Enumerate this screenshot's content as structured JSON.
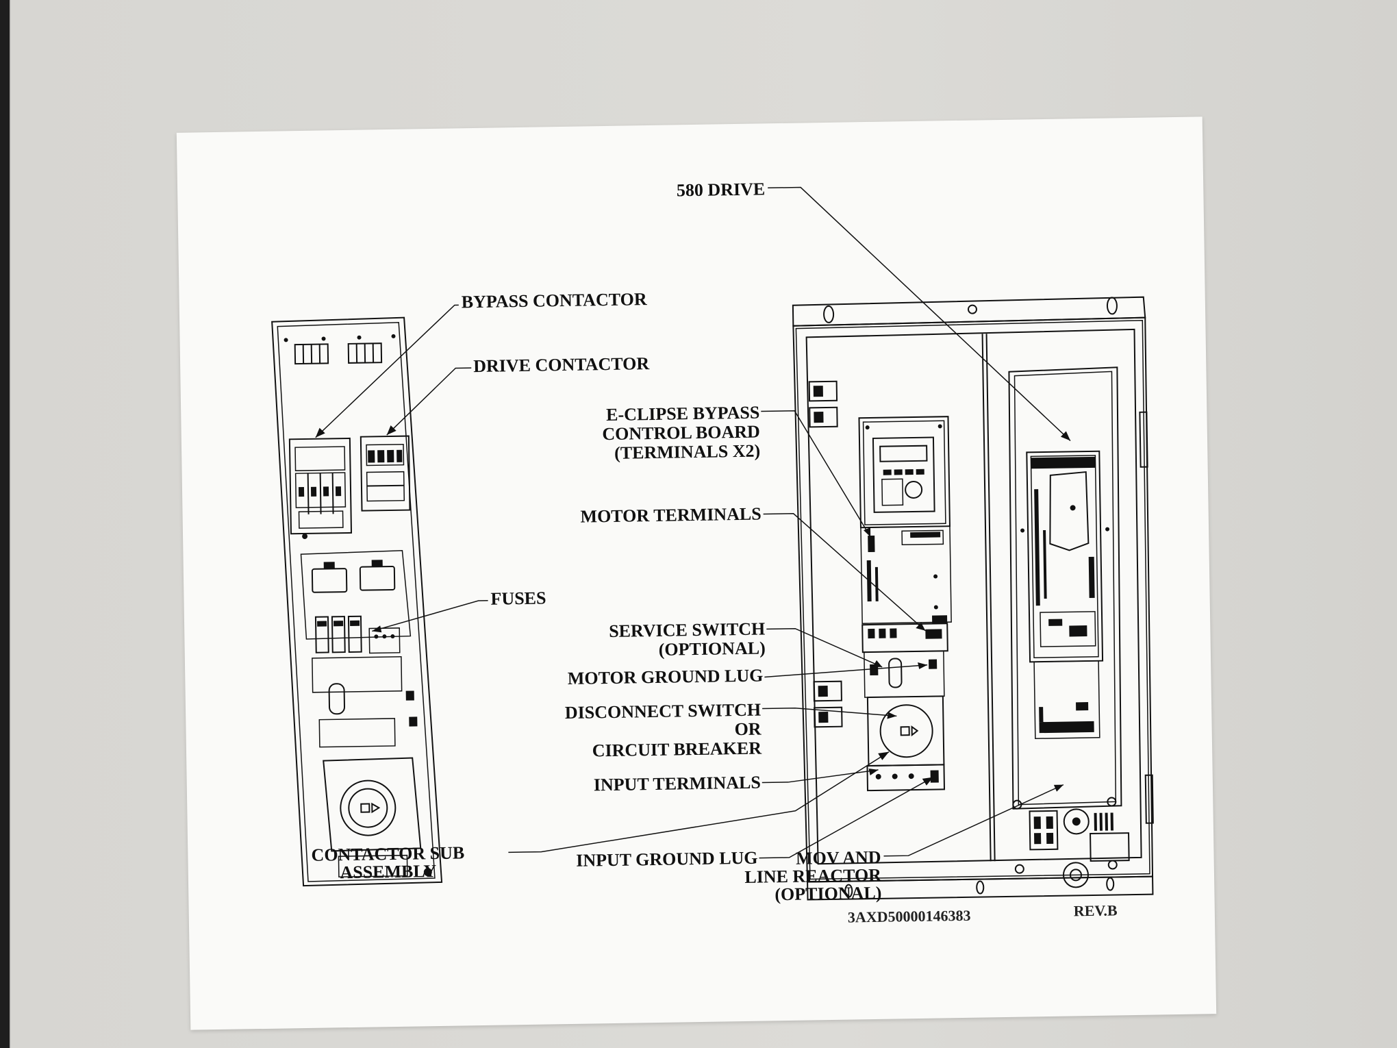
{
  "labels": {
    "drive_580": "580 DRIVE",
    "bypass_contactor": "BYPASS CONTACTOR",
    "drive_contactor": "DRIVE CONTACTOR",
    "eclipse_line1": "E-CLIPSE BYPASS",
    "eclipse_line2": "CONTROL BOARD",
    "eclipse_line3": "(TERMINALS X2)",
    "motor_terminals": "MOTOR TERMINALS",
    "fuses": "FUSES",
    "service_switch_line1": "SERVICE SWITCH",
    "service_switch_line2": "(OPTIONAL)",
    "motor_ground_lug": "MOTOR GROUND LUG",
    "disconnect_line1": "DISCONNECT SWITCH",
    "disconnect_line2": "OR",
    "disconnect_line3": "CIRCUIT BREAKER",
    "input_terminals": "INPUT TERMINALS",
    "contactor_sub_line1": "CONTACTOR SUB",
    "contactor_sub_line2": "ASSEMBLY",
    "input_ground_lug": "INPUT GROUND LUG",
    "mov_line1": "MOV AND",
    "mov_line2": "LINE REACTOR",
    "mov_line3": "(OPTIONAL)"
  },
  "footer": {
    "part_number": "3AXD50000146383",
    "revision": "REV.B"
  }
}
